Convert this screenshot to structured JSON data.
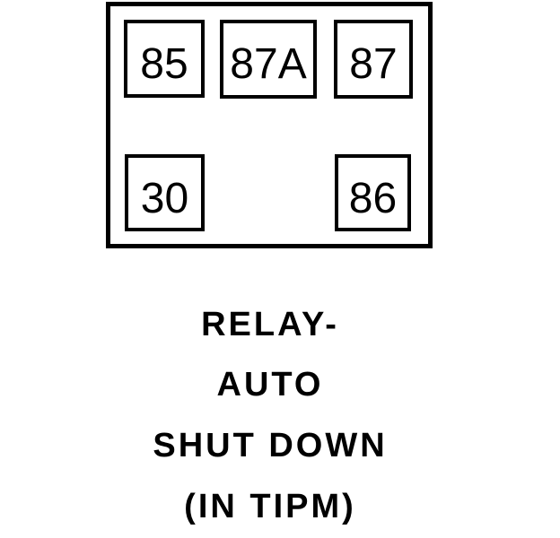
{
  "relay": {
    "pins": [
      {
        "id": "pin-85",
        "label": "85",
        "position": "top-left"
      },
      {
        "id": "pin-87a",
        "label": "87A",
        "position": "top-center"
      },
      {
        "id": "pin-87",
        "label": "87",
        "position": "top-right"
      },
      {
        "id": "pin-30",
        "label": "30",
        "position": "bottom-left"
      },
      {
        "id": "pin-86",
        "label": "86",
        "position": "bottom-right"
      }
    ]
  },
  "caption": {
    "lines": [
      "RELAY-",
      "AUTO",
      "SHUT DOWN",
      "(IN TIPM)"
    ]
  },
  "colors": {
    "line": "#000000",
    "background": "#ffffff"
  }
}
